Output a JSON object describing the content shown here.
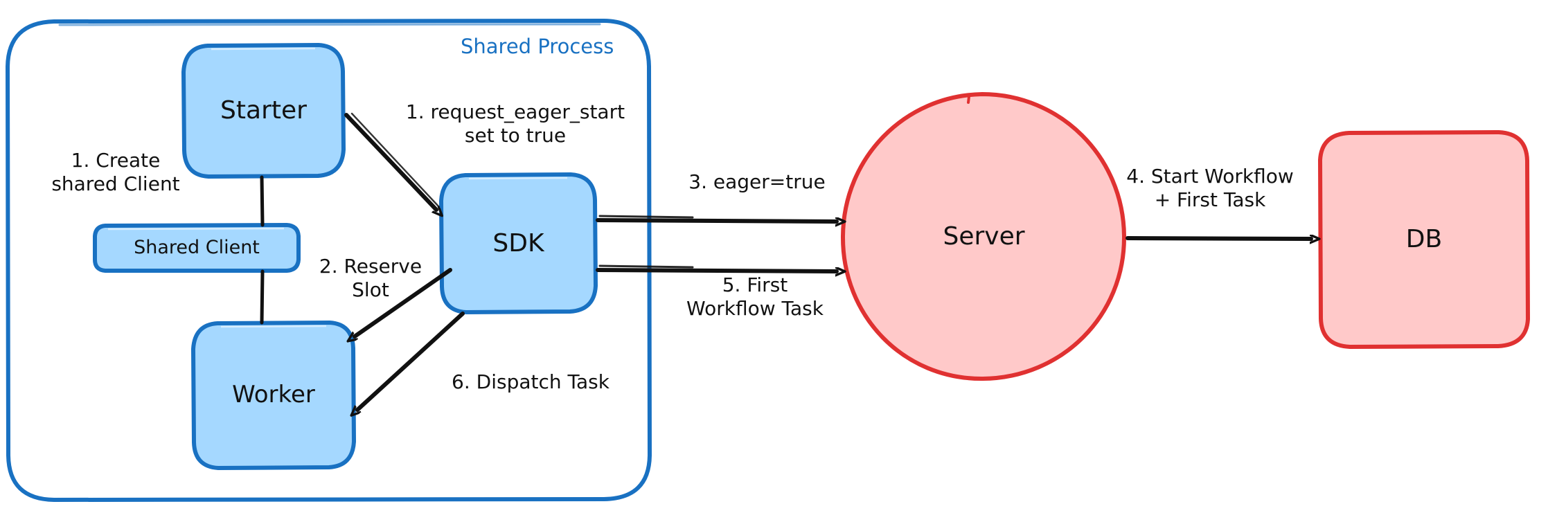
{
  "diagram": {
    "title_text": "Shared Process",
    "colors": {
      "blue_stroke": "#1971c2",
      "blue_fill": "#a5d8ff",
      "red_stroke": "#e03131",
      "red_fill": "#ffc9c9",
      "ink": "#111111",
      "background": "#ffffff"
    },
    "group": {
      "label": "Shared Process",
      "stroke": "#1971c2"
    },
    "nodes": [
      {
        "id": "starter",
        "label": "Starter",
        "shape": "rounded-rect",
        "fill": "#a5d8ff",
        "stroke": "#1971c2"
      },
      {
        "id": "shared-client",
        "label": "Shared Client",
        "shape": "rounded-rect",
        "fill": "#a5d8ff",
        "stroke": "#1971c2"
      },
      {
        "id": "worker",
        "label": "Worker",
        "shape": "rounded-rect",
        "fill": "#a5d8ff",
        "stroke": "#1971c2"
      },
      {
        "id": "sdk",
        "label": "SDK",
        "shape": "rounded-rect",
        "fill": "#a5d8ff",
        "stroke": "#1971c2"
      },
      {
        "id": "server",
        "label": "Server",
        "shape": "ellipse",
        "fill": "#ffc9c9",
        "stroke": "#e03131"
      },
      {
        "id": "db",
        "label": "DB",
        "shape": "rounded-rect",
        "fill": "#ffc9c9",
        "stroke": "#e03131"
      }
    ],
    "edges": [
      {
        "id": "e1",
        "from": "starter",
        "to": "sdk",
        "label": "1. request_eager_start\nset to true"
      },
      {
        "id": "e2",
        "from": "sdk",
        "to": "worker",
        "label": "2. Reserve\nSlot"
      },
      {
        "id": "e3",
        "from": "sdk",
        "to": "server",
        "label": "3. eager=true"
      },
      {
        "id": "e4",
        "from": "server",
        "to": "db",
        "label": "4. Start Workflow\n+ First Task"
      },
      {
        "id": "e5",
        "from": "sdk",
        "to": "server",
        "label": "5. First\nWorkflow Task"
      },
      {
        "id": "e6",
        "from": "sdk",
        "to": "worker",
        "label": "6. Dispatch Task"
      }
    ],
    "annotations": [
      {
        "id": "a1",
        "label": "1. Create\nshared Client"
      }
    ]
  }
}
